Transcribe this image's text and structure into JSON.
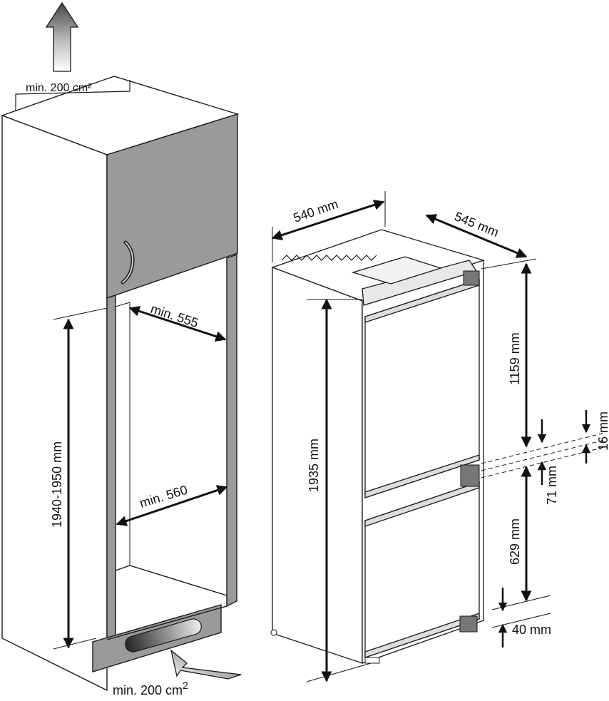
{
  "labels": {
    "vent_top": "min. 200 cm²",
    "vent_bottom": "min. 200 cm",
    "vent_bottom_sup": "2",
    "niche_depth": "min. 555",
    "niche_width": "min. 560",
    "niche_height": "1940-1950 mm",
    "fridge_width": "540 mm",
    "fridge_depth": "545 mm",
    "fridge_height": "1935 mm",
    "upper_door": "1159 mm",
    "gap_small": "16 mm",
    "gap_mid": "71 mm",
    "lower_door": "629 mm",
    "bottom_gap": "40 mm"
  },
  "colors": {
    "panel_gray": "#9a9a9a",
    "line": "#1a1a1a",
    "cabinet_fill": "#ffffff"
  }
}
